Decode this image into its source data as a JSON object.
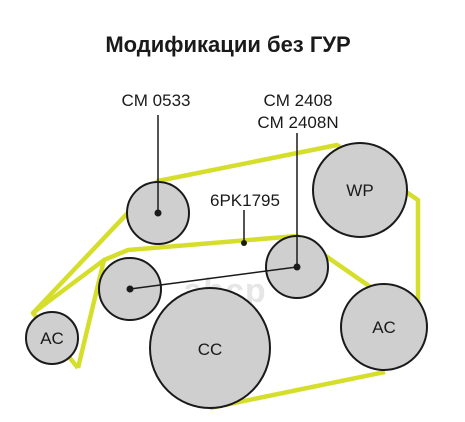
{
  "title": "Модификации без ГУР",
  "watermark": "abcp",
  "colors": {
    "belt": "#d6de2c",
    "pulley_fill": "#cfcfcf",
    "outline": "#1a1a1a"
  },
  "callouts": {
    "idler_part": "CM 0533",
    "tensioner_part_1": "CM 2408",
    "tensioner_part_2": "CM 2408N",
    "belt_part": "6PK1795"
  },
  "pulleys": {
    "idler_upper": {
      "label": ""
    },
    "idler_left": {
      "label": ""
    },
    "tensioner": {
      "label": ""
    },
    "water_pump": {
      "label": "WP"
    },
    "crankshaft": {
      "label": "CC"
    },
    "ac_left": {
      "label": "AC"
    },
    "ac_right": {
      "label": "AC"
    }
  }
}
